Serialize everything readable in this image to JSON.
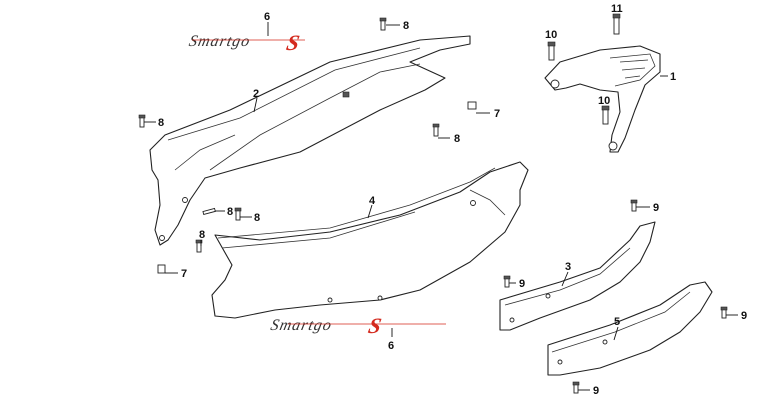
{
  "decal": {
    "text": "Smartgo",
    "accent_letter": "S",
    "accent_color": "#d42a1e"
  },
  "callouts": {
    "c1": "1",
    "c2": "2",
    "c3": "3",
    "c4": "4",
    "c5": "5",
    "c6_top": "6",
    "c6_bottom": "6",
    "c7_right": "7",
    "c7_left": "7",
    "c8_top": "8",
    "c8_left": "8",
    "c8_mid": "8",
    "c8_a": "8",
    "c8_b": "8",
    "c8_c": "8",
    "c9_a": "9",
    "c9_b": "9",
    "c9_c": "9",
    "c9_d": "9",
    "c10_top": "10",
    "c10_bottom": "10",
    "c11": "11"
  }
}
